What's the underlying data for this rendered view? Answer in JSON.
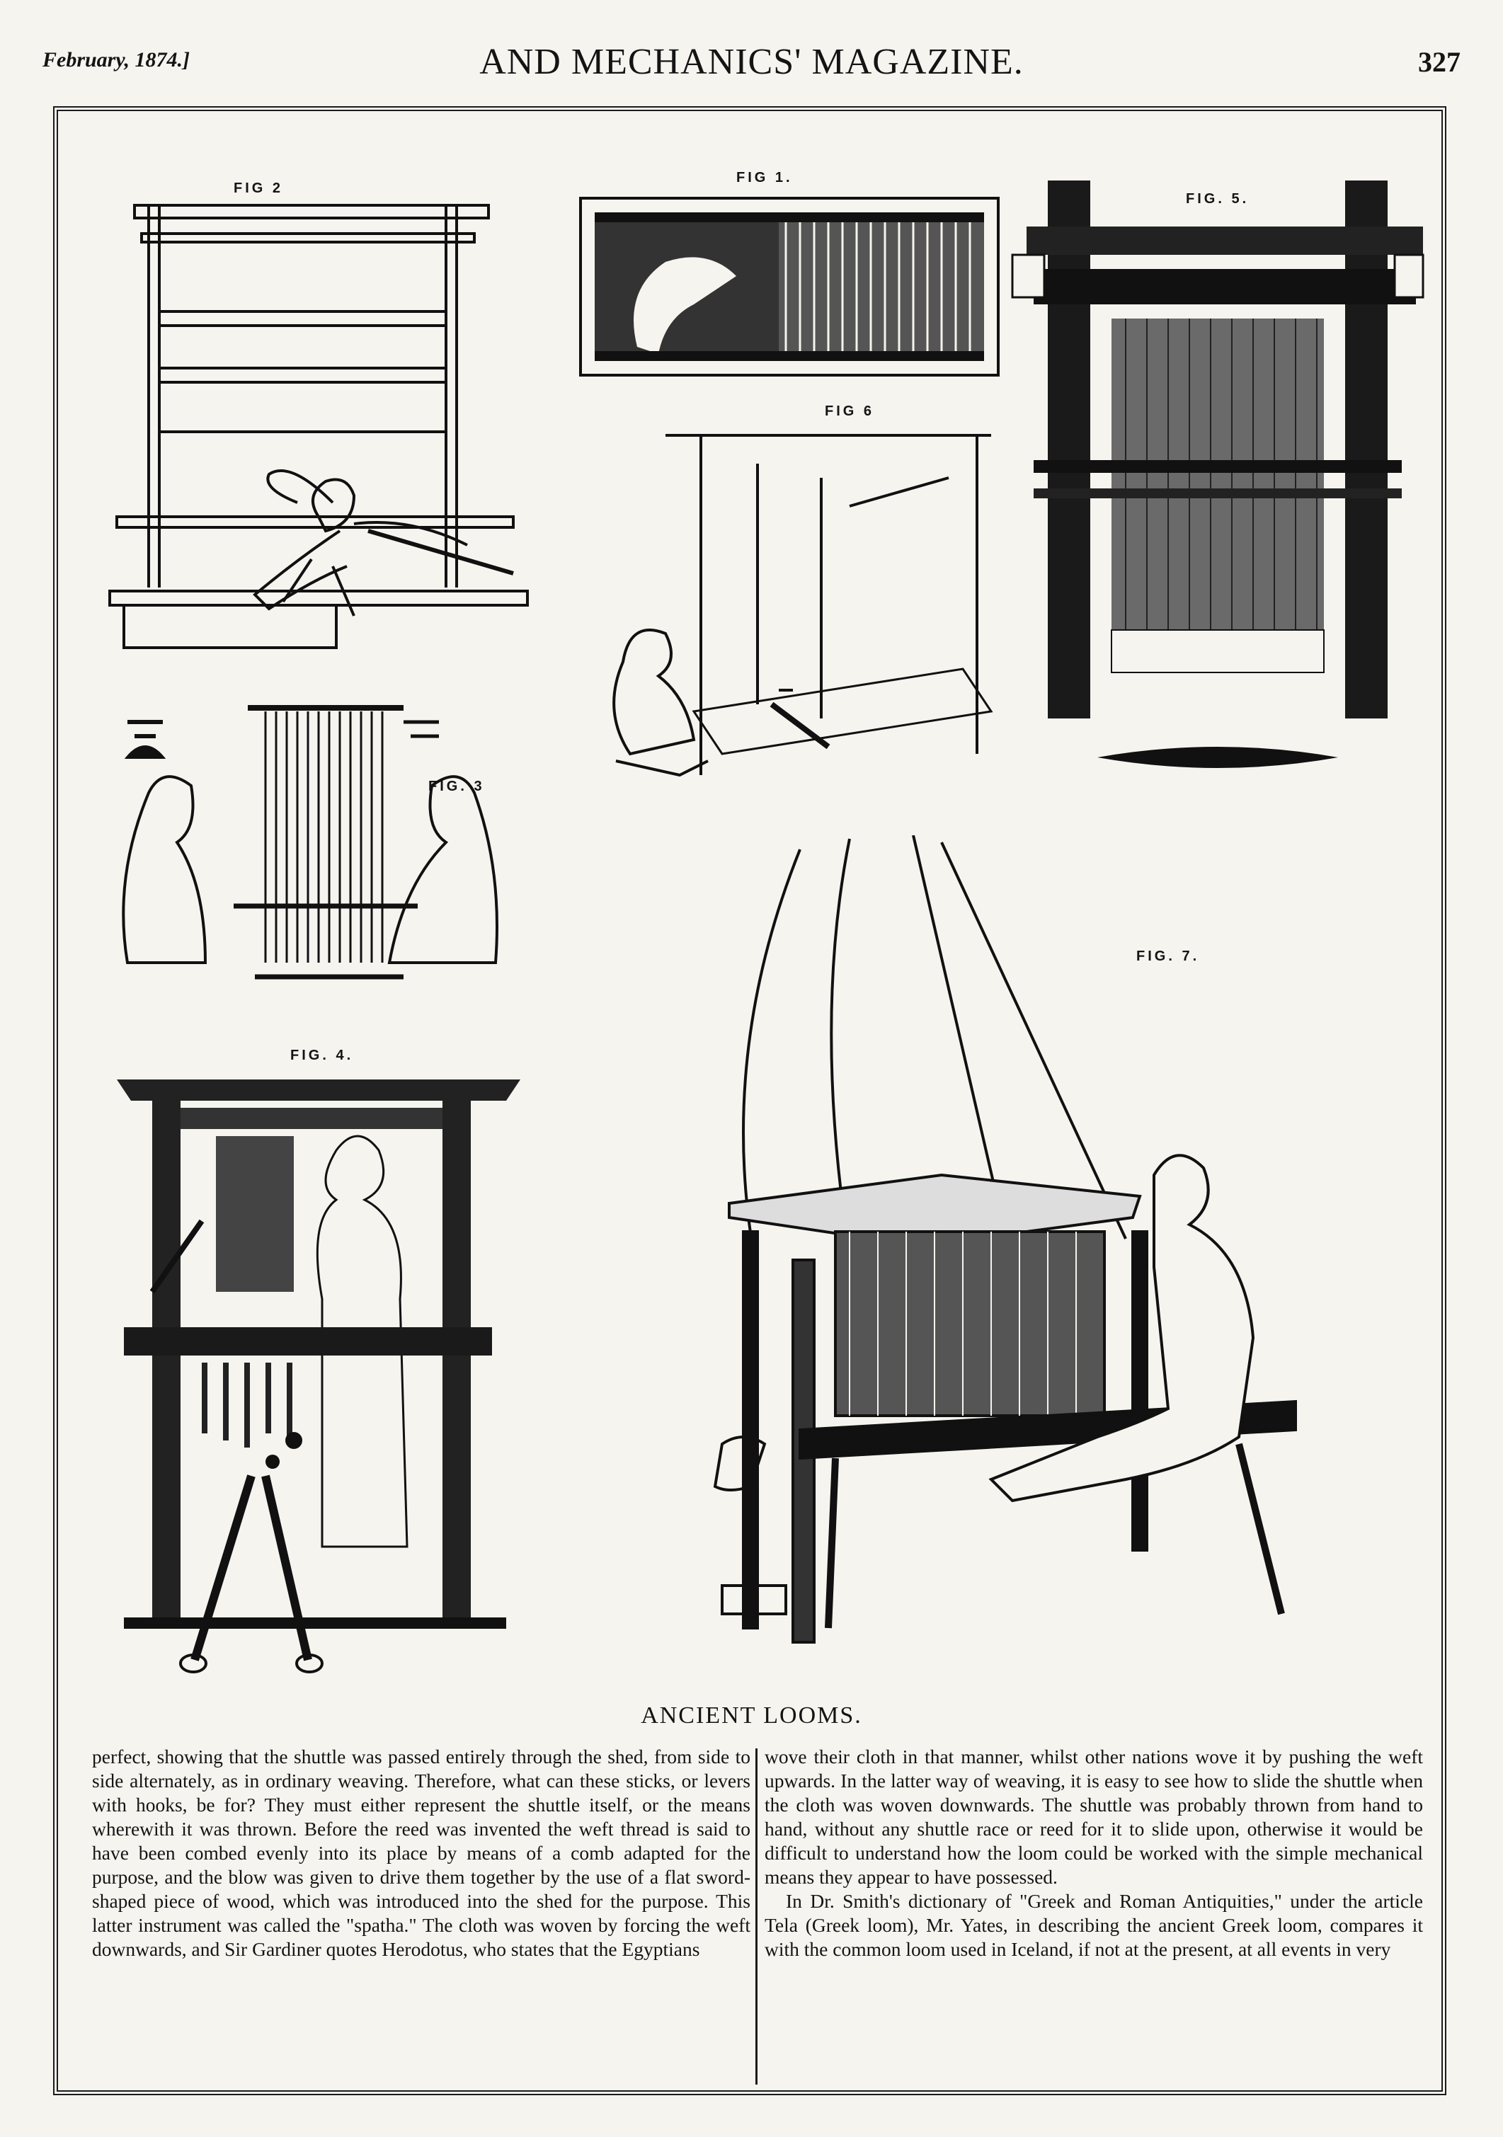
{
  "header": {
    "date": "February, 1874.]",
    "title": "AND MECHANICS' MAGAZINE.",
    "page_number": "327"
  },
  "figures": [
    {
      "label": "FIG 2",
      "icon": "loom-engraving-icon"
    },
    {
      "label": "FIG 1.",
      "icon": "loom-engraving-icon"
    },
    {
      "label": "FIG. 5.",
      "icon": "loom-engraving-icon"
    },
    {
      "label": "FIG 6",
      "icon": "loom-engraving-icon"
    },
    {
      "label": "FIG. 3",
      "icon": "loom-engraving-icon"
    },
    {
      "label": "FIG. 7.",
      "icon": "loom-engraving-icon"
    },
    {
      "label": "FIG. 4.",
      "icon": "loom-engraving-icon"
    }
  ],
  "caption": "ANCIENT LOOMS.",
  "left_column": [
    "perfect, showing that the shuttle was passed entirely through the shed, from side to side alternately, as in ordinary weaving. Therefore, what can these sticks, or levers with hooks, be for? They must either represent the shuttle itself, or the means wherewith it was thrown. Before the reed was invented the weft thread is said to have been combed evenly into its place by means of a comb adapted for the purpose, and the blow was given to drive them together by the use of a flat sword-shaped piece of wood, which was introduced into the shed for the purpose. This latter instrument was called the \"spatha.\" The cloth was woven by forcing the weft downwards, and Sir Gardiner quotes Herodotus, who states that the Egyptians"
  ],
  "right_column": [
    "wove their cloth in that manner, whilst other nations wove it by pushing the weft upwards. In the latter way of weaving, it is easy to see how to slide the shuttle when the cloth was woven downwards. The shuttle was probably thrown from hand to hand, without any shuttle race or reed for it to slide upon, otherwise it would be difficult to understand how the loom could be worked with the simple mechanical means they appear to have possessed.",
    "In Dr. Smith's dictionary of \"Greek and Roman Antiquities,\" under the article Tela (Greek loom), Mr. Yates, in describing the ancient Greek loom, compares it with the common loom used in Iceland, if not at the present, at all events in very"
  ]
}
